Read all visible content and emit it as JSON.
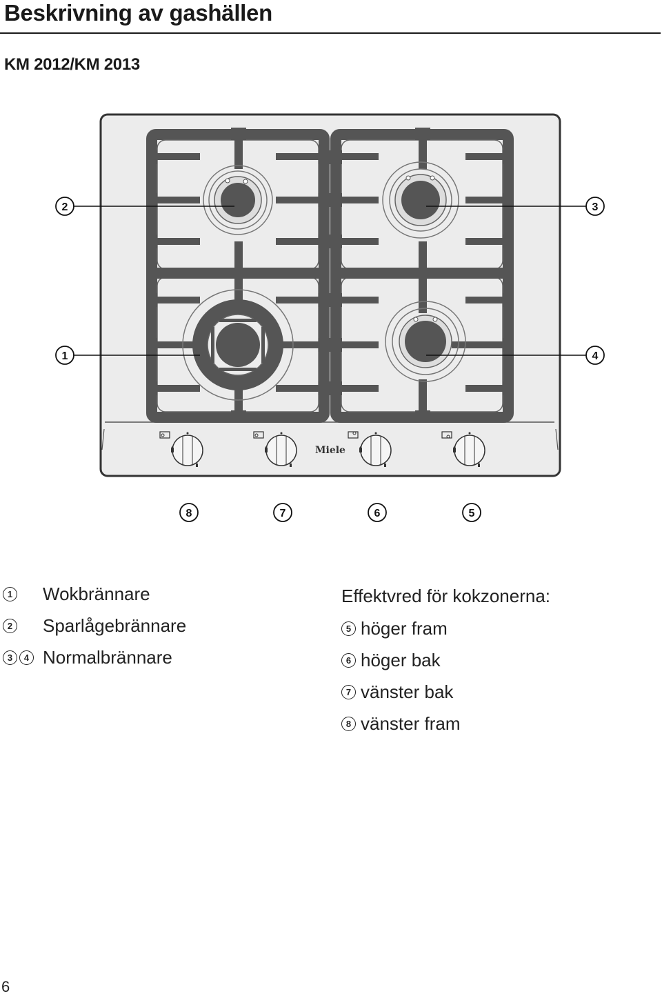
{
  "header": {
    "title": "Beskrivning av gashällen",
    "model": "KM 2012/KM 2013"
  },
  "diagram": {
    "brand_logo": "Miele",
    "callouts": [
      "1",
      "2",
      "3",
      "4",
      "5",
      "6",
      "7",
      "8"
    ]
  },
  "legend_left": [
    {
      "markers": [
        "1"
      ],
      "label": "Wokbrännare"
    },
    {
      "markers": [
        "2"
      ],
      "label": "Sparlågebrännare"
    },
    {
      "markers": [
        "3",
        "4"
      ],
      "label": "Normalbrännare"
    }
  ],
  "legend_right": {
    "heading": "Effektvred för kokzonerna:",
    "items": [
      {
        "marker": "5",
        "label": "höger fram"
      },
      {
        "marker": "6",
        "label": "höger bak"
      },
      {
        "marker": "7",
        "label": "vänster bak"
      },
      {
        "marker": "8",
        "label": "vänster fram"
      }
    ]
  },
  "footer": {
    "page_number": "6"
  }
}
